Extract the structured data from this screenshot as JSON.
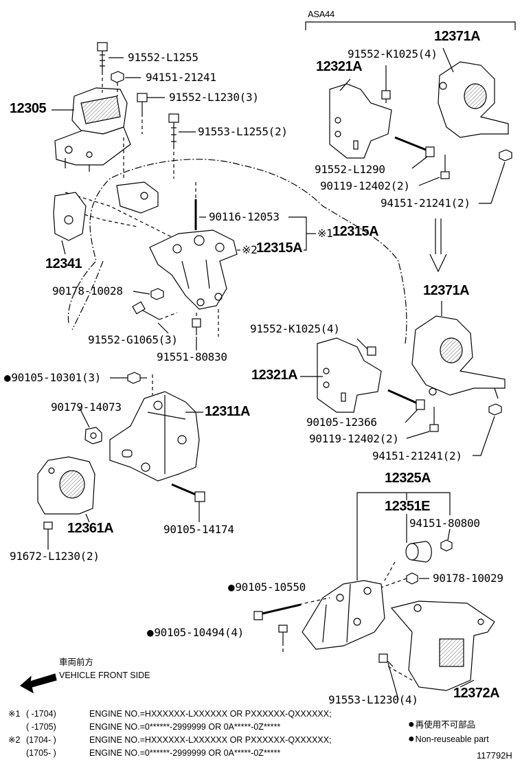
{
  "variant_label": "ASA44",
  "parts": {
    "p12305": "12305",
    "p91552_L1255": "91552-L1255",
    "p94151_21241": "94151-21241",
    "p91552_L1230_3": "91552-L1230(3)",
    "p91553_L1255_2": "91553-L1255(2)",
    "p12341": "12341",
    "p90116_12053": "90116-12053",
    "p12315A_a": "12315A",
    "p12315A_b": "12315A",
    "mark1": "※1",
    "mark2": "※2",
    "p90178_10028": "90178-10028",
    "p91552_G1065_3": "91552-G1065(3)",
    "p91551_80830": "91551-80830",
    "p90105_10301_3": "90105-10301(3)",
    "p90179_14073": "90179-14073",
    "p12311A": "12311A",
    "p12361A": "12361A",
    "p90105_14174": "90105-14174",
    "p91672_L1230_2": "91672-L1230(2)",
    "p91552_K1025_4_a": "91552-K1025(4)",
    "p12371A_a": "12371A",
    "p12321A_a": "12321A",
    "p91552_L1290": "91552-L1290",
    "p90119_12402_2_a": "90119-12402(2)",
    "p94151_21241_2_a": "94151-21241(2)",
    "p12371A_b": "12371A",
    "p91552_K1025_4_b": "91552-K1025(4)",
    "p12321A_b": "12321A",
    "p90105_12366": "90105-12366",
    "p90119_12402_2_b": "90119-12402(2)",
    "p94151_21241_2_b": "94151-21241(2)",
    "p12325A": "12325A",
    "p12351E": "12351E",
    "p94151_80800": "94151-80800",
    "p90178_10029": "90178-10029",
    "p90105_10550": "90105-10550",
    "p90105_10494_4": "90105-10494(4)",
    "p91553_L1230_4": "91553-L1230(4)",
    "p12372A": "12372A"
  },
  "direction": {
    "jp": "車両前方",
    "en": "VEHICLE FRONT SIDE"
  },
  "notes": {
    "n1_mark": "※1",
    "n1_line1_range": "(      -1704)",
    "n1_line1_text": "ENGINE NO.=HXXXXXX-LXXXXXX OR PXXXXXX-QXXXXXX;",
    "n1_line2_range": "(      -1705)",
    "n1_line2_text": "ENGINE NO.=0******-2999999 OR 0A*****-0Z*****",
    "n2_mark": "※2",
    "n2_line1_range": "(1704-      )",
    "n2_line1_text": "ENGINE NO.=HXXXXXX-LXXXXXX OR PXXXXXX-QXXXXXX;",
    "n2_line2_range": "(1705-      )",
    "n2_line2_text": "ENGINE NO.=0******-2999999 OR 0A*****-0Z*****"
  },
  "legend": {
    "jp": "再使用不可部品",
    "en": "Non-reuseable part"
  },
  "figure_code": "117792H"
}
